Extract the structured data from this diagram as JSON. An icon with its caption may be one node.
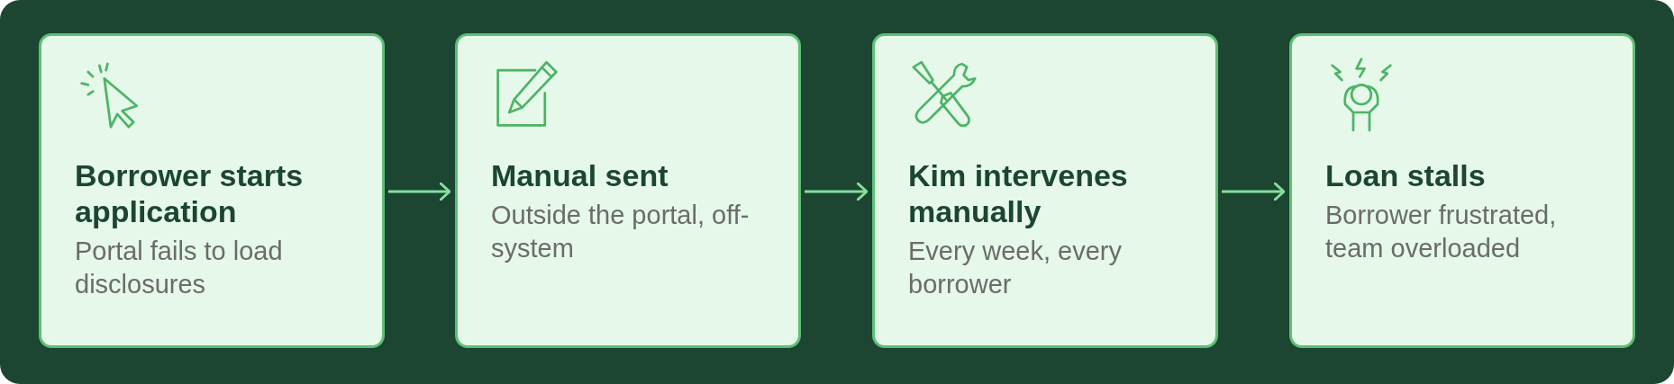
{
  "diagram": {
    "nodes": [
      {
        "text": [
          "Borrower starts application",
          "Portal fails to load disclosures"
        ]
      },
      {
        "text": [
          "Manual sent",
          "Outside the portal, off-system"
        ]
      },
      {
        "text": [
          "Kim intervenes manually",
          "Every week, every borrower"
        ]
      },
      {
        "text": [
          "Loan stalls",
          "Borrower frustrated, team overloaded"
        ]
      }
    ],
    "edges": [
      {
        "from": 0,
        "to": 1,
        "arrow": "to"
      },
      {
        "from": 1,
        "to": 2,
        "arrow": "to"
      },
      {
        "from": 2,
        "to": 3,
        "arrow": "to"
      }
    ]
  }
}
